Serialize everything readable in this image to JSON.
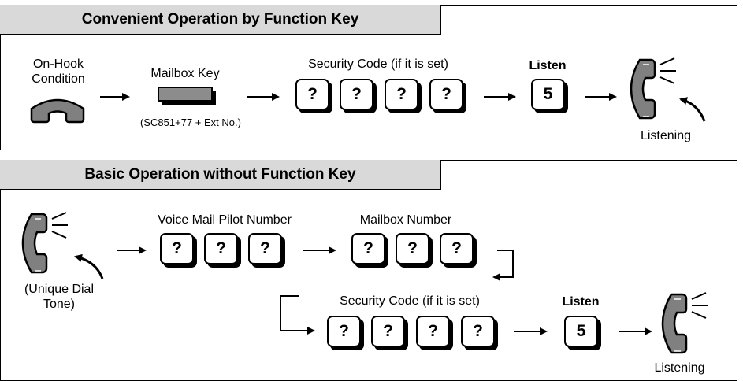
{
  "top": {
    "title": "Convenient Operation by Function Key",
    "on_hook_label": "On-Hook\nCondition",
    "mailbox_key_label": "Mailbox Key",
    "mailbox_key_note": "(SC851+77 + Ext No.)",
    "security_code_label": "Security Code (if it is set)",
    "security_keys": [
      "?",
      "?",
      "?",
      "?"
    ],
    "listen_label": "Listen",
    "listen_key": "5",
    "listening_label": "Listening"
  },
  "bottom": {
    "title": "Basic Operation without Function Key",
    "unique_tone_label": "(Unique Dial\nTone)",
    "pilot_label": "Voice Mail Pilot Number",
    "pilot_keys": [
      "?",
      "?",
      "?"
    ],
    "mailbox_number_label": "Mailbox Number",
    "mailbox_keys": [
      "?",
      "?",
      "?"
    ],
    "security_code_label": "Security Code (if it is set)",
    "security_keys": [
      "?",
      "?",
      "?",
      "?"
    ],
    "listen_label": "Listen",
    "listen_key": "5",
    "listening_label": "Listening"
  },
  "colors": {
    "tab_fill": "#d9d9d9",
    "handset_fill": "#808080",
    "mailbox_key_fill": "#8c8c8c",
    "line": "#000000"
  }
}
